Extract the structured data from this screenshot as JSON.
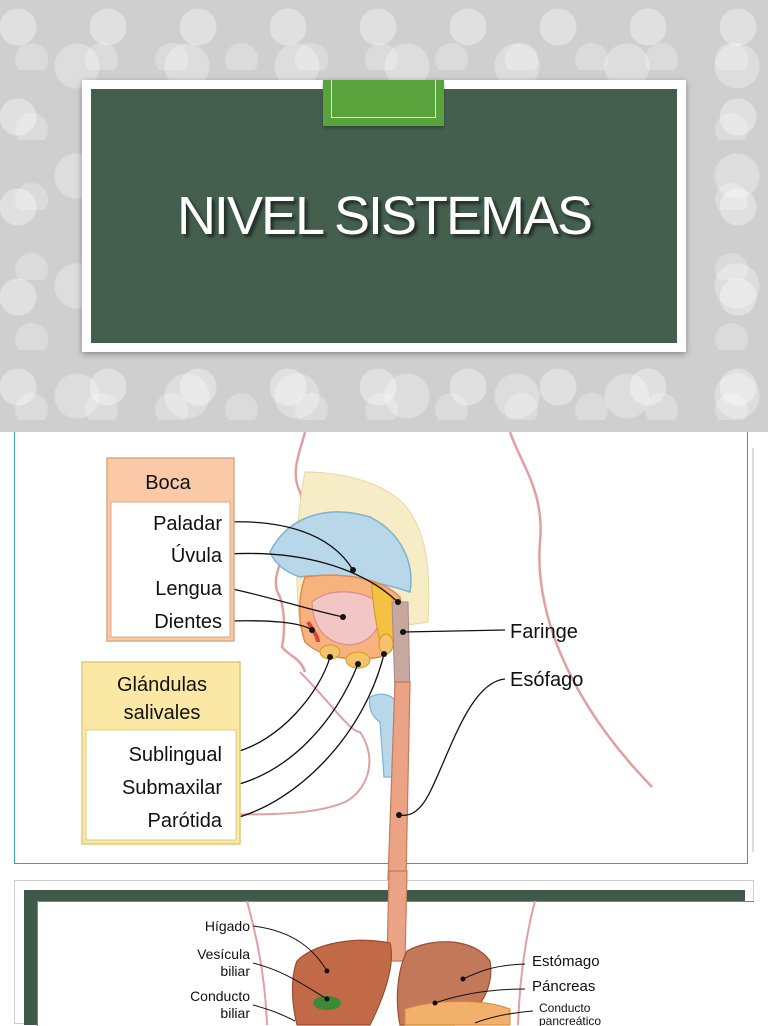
{
  "title_slide": {
    "title": "NIVEL SISTEMAS"
  },
  "mouth_diagram": {
    "boca_header": "Boca",
    "boca_items": [
      "Paladar",
      "Úvula",
      "Lengua",
      "Dientes"
    ],
    "glandulas_header_line1": "Glándulas",
    "glandulas_header_line2": "salivales",
    "glandulas_items": [
      "Sublingual",
      "Submaxilar",
      "Parótida"
    ],
    "right_labels": [
      "Faringe",
      "Esófago"
    ]
  },
  "digestive_diagram": {
    "left_labels": [
      "Hígado",
      "Vesícula",
      "biliar",
      "Conducto",
      "biliar"
    ],
    "right_labels": [
      "Estómago",
      "Páncreas",
      "Conducto",
      "pancreático"
    ]
  },
  "colors": {
    "title_panel": "#455f4f",
    "title_tab": "#5aa23c",
    "boca_box": "#f9c9a8",
    "glandulas_box": "#fbe8a4",
    "frame_accent": "#3aa0a8"
  }
}
